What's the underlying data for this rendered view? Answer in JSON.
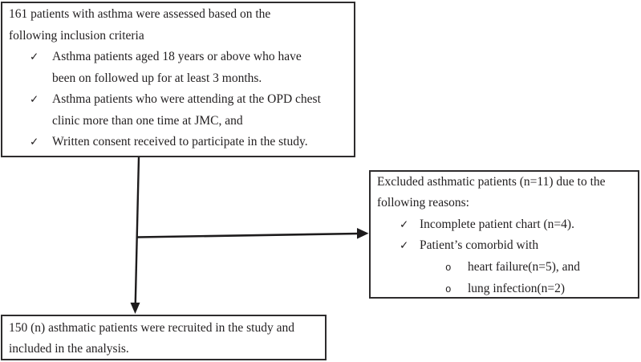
{
  "figure": {
    "description_colors": {
      "background": "#ffffff",
      "text": "#211e1f",
      "box_border": "#2e2c2d",
      "arrow": "#1d1b1c"
    },
    "inclusion_box": {
      "intro_lines": [
        "161 patients with asthma were assessed based on the",
        "following inclusion criteria"
      ],
      "bullet_marker": "✓",
      "bullets": [
        {
          "line1": "Asthma patients aged 18 years or above who have",
          "line2": "been on followed up for at least 3 months."
        },
        {
          "line1": "Asthma patients who were attending at the OPD chest",
          "line2": "clinic more than one time at JMC, and"
        },
        {
          "line1": "Written consent received to participate in the study."
        }
      ]
    },
    "excluded_box": {
      "intro_lines": [
        "Excluded asthmatic patients (n=11) due to the",
        "following reasons:"
      ],
      "bullet_marker": "✓",
      "sub_bullet_marker": "o",
      "bullets": [
        "Incomplete patient chart (n=4).",
        "Patient’s comorbid with"
      ],
      "sub_bullets": [
        "heart failure(n=5), and",
        "lung infection(n=2)"
      ]
    },
    "recruited_box": {
      "lines": [
        "150 (n) asthmatic patients were recruited in the study and",
        "included in the analysis."
      ]
    }
  }
}
